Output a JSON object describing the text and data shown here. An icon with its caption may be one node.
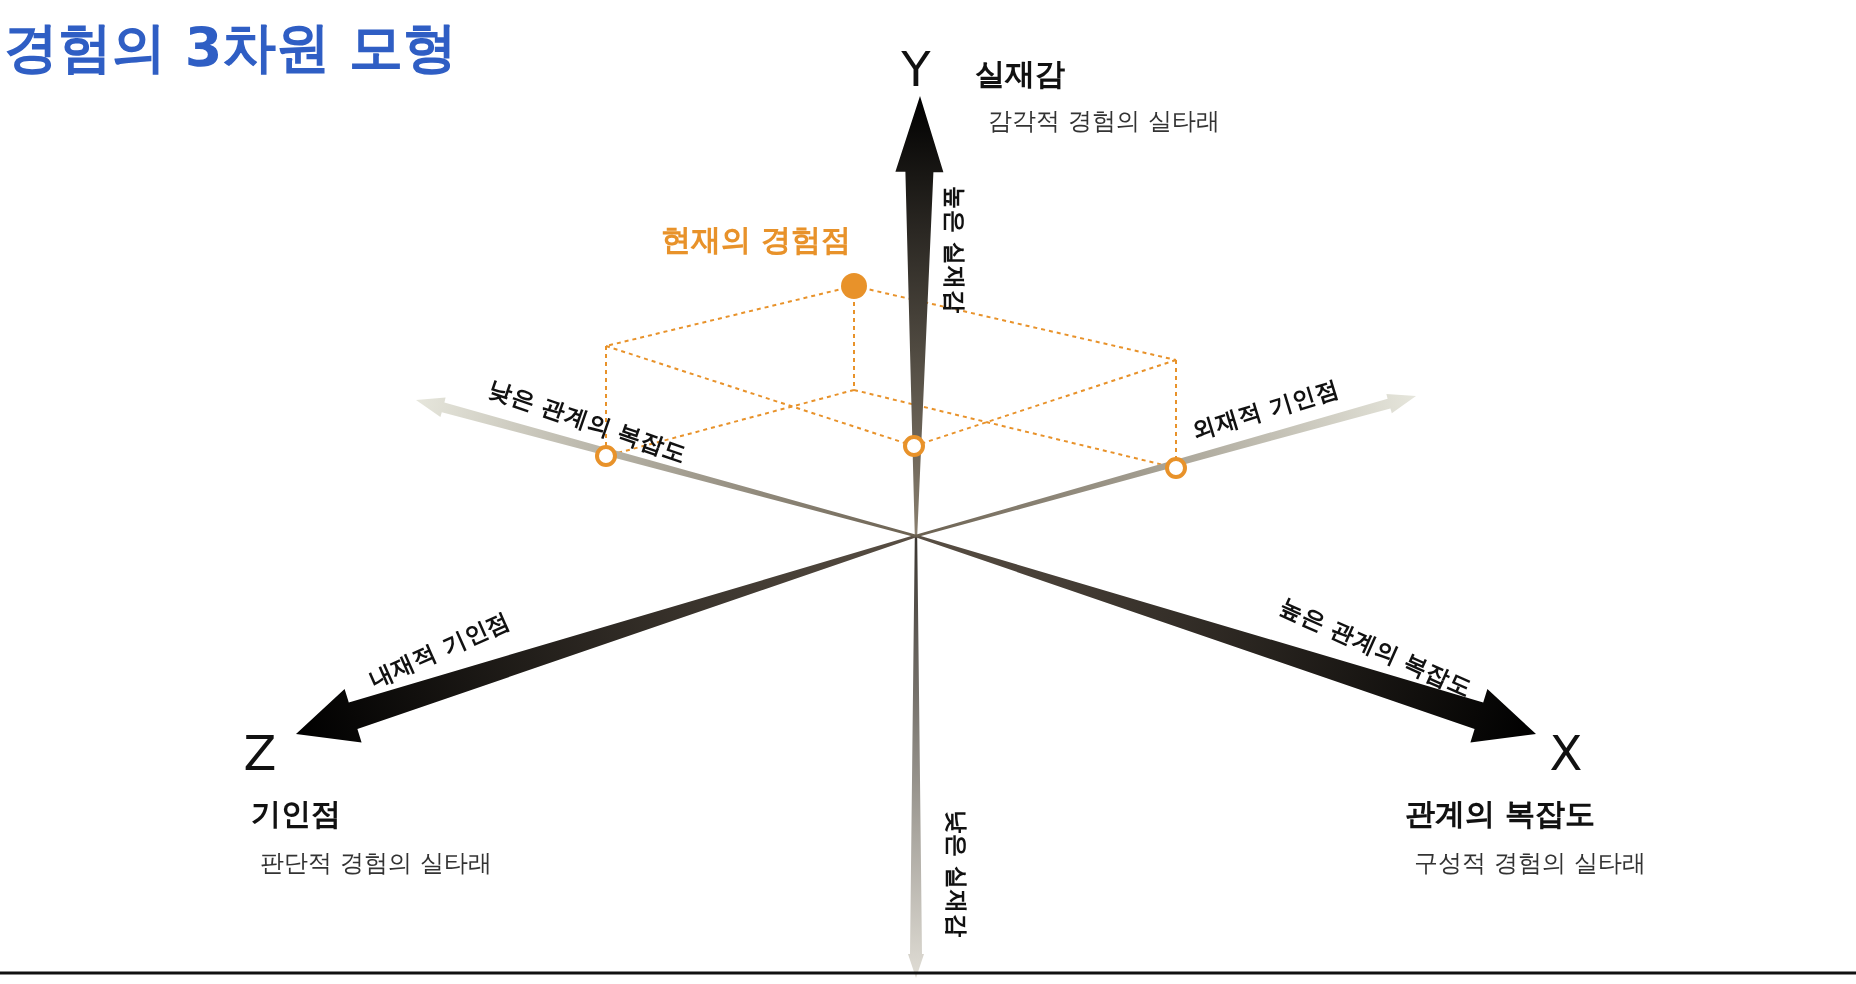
{
  "diagram": {
    "title": "경험의 3차원 모형",
    "labels": [
      "Y",
      "실재감",
      "감각적 경험의 실타래",
      "높은 실재감",
      "현재의 경험점",
      "낮은 관계의 복잡도",
      "외재적 기인점",
      "내재적 기인점",
      "높은 관계의 복잡도",
      "Z",
      "X",
      "기인점",
      "판단적 경험의 실타래",
      "관계의 복잡도",
      "구성적 경험의 실타래",
      "낮은 실재감"
    ]
  }
}
